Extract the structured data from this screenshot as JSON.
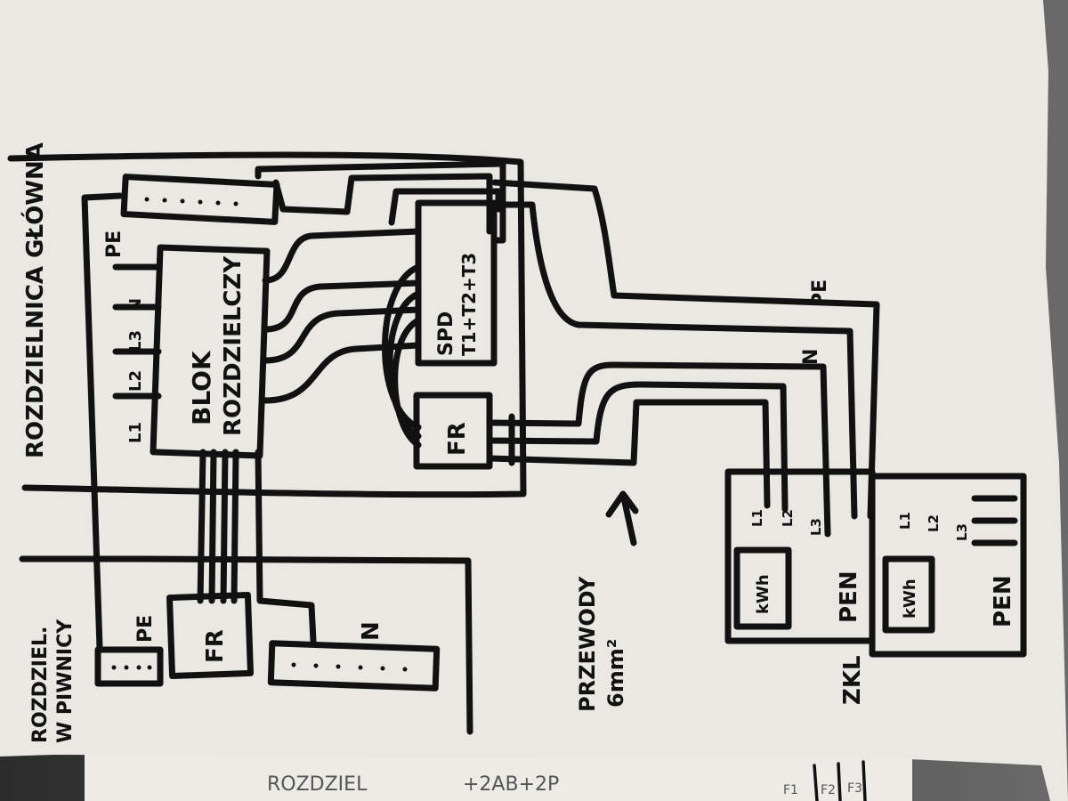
{
  "labels": {
    "main_board": "ROZDZIELNICA GŁÓWNA",
    "basement_board_l1": "ROZDZIEL.",
    "basement_board_l2": "W PIWNICY",
    "pe_top": "PE",
    "pe_bottom": "PE",
    "l1": "L1",
    "l2": "L2",
    "l3": "L3",
    "n": "N",
    "block_l1": "BLOK",
    "block_l2": "ROZDZIELCZY",
    "spd_l1": "SPD",
    "spd_l2": "T1+T2+T3",
    "fr_top": "FR",
    "fr_bottom": "FR",
    "n_bar": "N",
    "wires_l1": "PRZEWODY",
    "wires_l2": "6mm²",
    "wire_pe": "PE",
    "wire_n": "N",
    "meter_left": "kWh",
    "meter_right": "kWh",
    "pen_left": "PEN",
    "pen_right": "PEN",
    "ml1": "L1",
    "ml2": "L2",
    "ml3": "L3",
    "mr1": "L1",
    "mr2": "L2",
    "mr3": "L3",
    "zkl": "ZKL",
    "bottom_note": "ROZDZIEL",
    "bottom_formula": "+2AB+2P",
    "f1": "F1",
    "f2": "F2",
    "f3": "F3"
  },
  "colors": {
    "ink": "#111111",
    "paper": "#e9e8e3"
  }
}
